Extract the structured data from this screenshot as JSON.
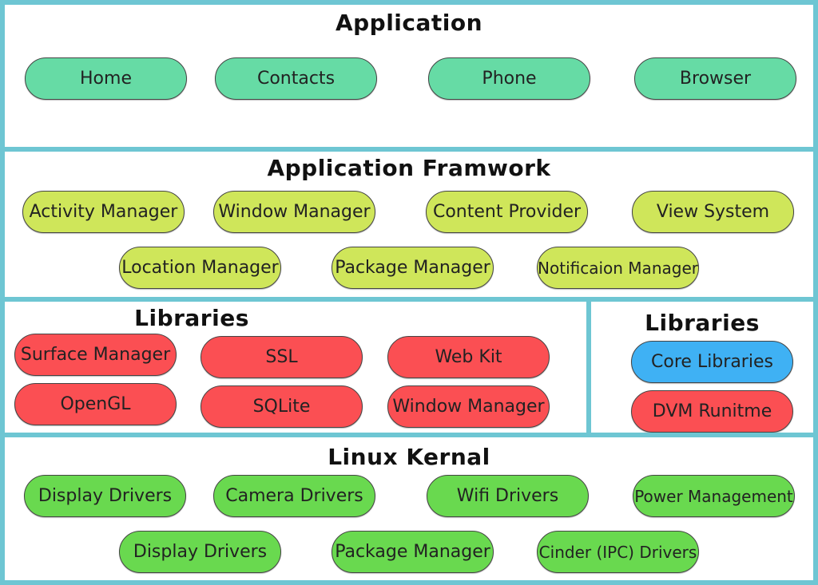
{
  "colors": {
    "border": "#6ec6d3",
    "application": "#66dba5",
    "framework": "#cfe65a",
    "libraries": "#fb4f53",
    "core": "#3fb1f4",
    "kernel": "#69d94f"
  },
  "application": {
    "title": "Application",
    "items": [
      "Home",
      "Contacts",
      "Phone",
      "Browser"
    ]
  },
  "framework": {
    "title": "Application Framwork",
    "items": [
      "Activity Manager",
      "Window Manager",
      "Content Provider",
      "View System",
      "Location Manager",
      "Package Manager",
      "Notificaion Manager"
    ]
  },
  "libraries": {
    "title": "Libraries",
    "items": [
      "Surface Manager",
      "SSL",
      "Web Kit",
      "OpenGL",
      "SQLite",
      "Window Manager"
    ]
  },
  "runtime": {
    "title": "Libraries",
    "items": [
      "Core Libraries",
      "DVM Runitme"
    ]
  },
  "kernel": {
    "title": "Linux Kernal",
    "items": [
      "Display Drivers",
      "Camera Drivers",
      "Wifi Drivers",
      "Power Management",
      "Display Drivers",
      "Package Manager",
      "Cinder (IPC) Drivers"
    ]
  }
}
